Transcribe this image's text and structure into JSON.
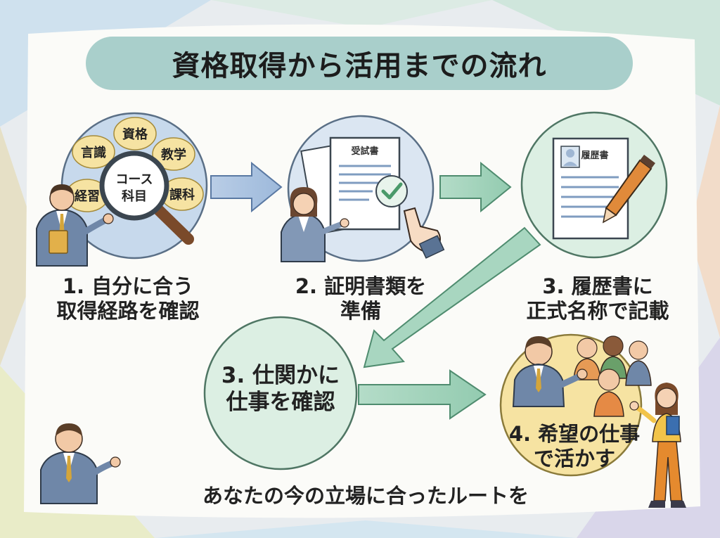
{
  "title": "資格取得から活用までの流れ",
  "steps": [
    {
      "line1": "1. 自分に合う",
      "line2": "取得経路を確認"
    },
    {
      "line1": "2. 証明書類を",
      "line2": "準備"
    },
    {
      "line1": "3. 履歴書に",
      "line2": "正式名称で記載"
    },
    {
      "line1": "3. 仕関かに",
      "line2": "仕事を確認"
    },
    {
      "line1": "4. 希望の仕事",
      "line2": "で活かす"
    }
  ],
  "magnifier": {
    "center_line1": "コース",
    "center_line2": "科目",
    "bubbles": [
      "資格",
      "言識",
      "教学",
      "経習",
      "課科"
    ]
  },
  "doc_certificate_title": "受試書",
  "doc_resume_title": "履歴書",
  "bottom_text": "あなたの今の立場に合ったルートを",
  "colors": {
    "title_bar": "#a9cfcb",
    "circle_blue": "#c7d9ec",
    "circle_green": "#dcefe3",
    "circle_yellow": "#f6e3a2",
    "arrow_blue": "#a9c3df",
    "arrow_green": "#a8d6c0"
  }
}
